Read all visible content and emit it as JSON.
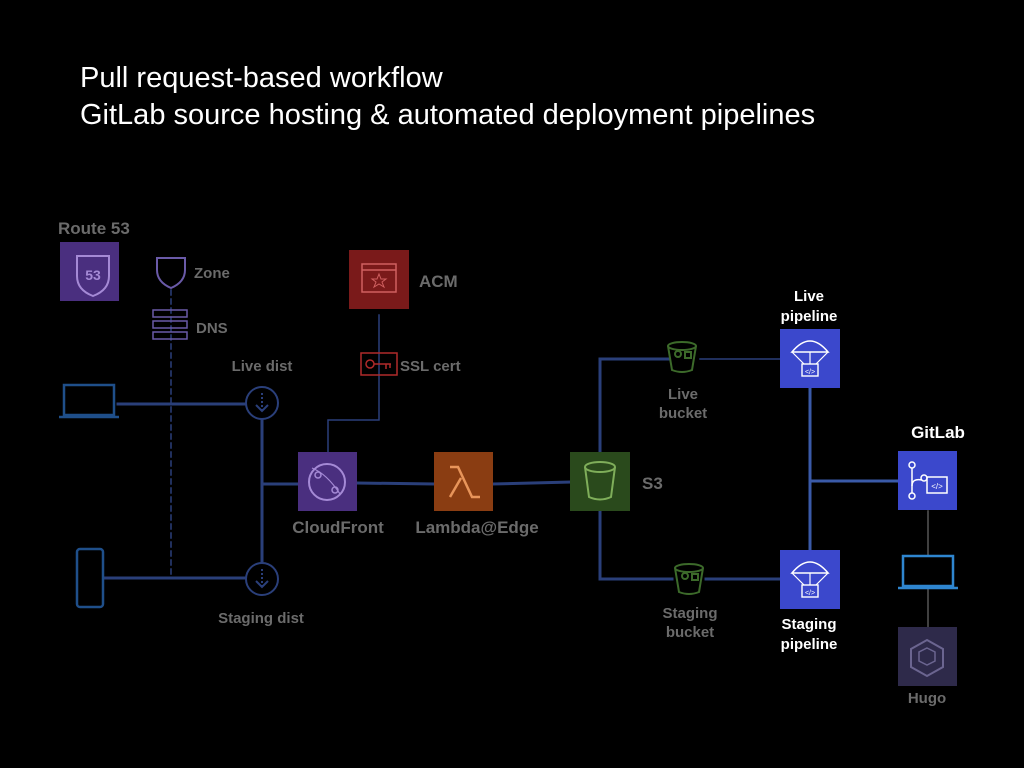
{
  "title": {
    "line1": "Pull request-based workflow",
    "line2": "GitLab source hosting & automated deployment pipelines"
  },
  "nodes": {
    "route53": "Route 53",
    "route53_badge": "53",
    "zone": "Zone",
    "dns": "DNS",
    "acm": "ACM",
    "ssl_cert": "SSL cert",
    "live_dist": "Live dist",
    "staging_dist": "Staging dist",
    "cloudfront": "CloudFront",
    "lambda_edge": "Lambda@Edge",
    "s3": "S3",
    "live_bucket": "Live\nbucket",
    "staging_bucket": "Staging\nbucket",
    "live_pipeline": "Live\npipeline",
    "staging_pipeline": "Staging\npipeline",
    "gitlab": "GitLab",
    "hugo": "Hugo"
  },
  "colors": {
    "route53": "#4a2f7f",
    "acm": "#7a1a1a",
    "cloudfront": "#4a2f7f",
    "lambda": "#8a3d12",
    "s3": "#2a4a1c",
    "pipeline": "#3b48cc",
    "gitlab": "#3b48cc",
    "hugo": "#2e2a4a",
    "connector": "#2a3f7a",
    "device": "#1f4f8a",
    "bright_device": "#2f86d0"
  },
  "icons": {
    "route53": "shield-53-icon",
    "zone": "shield-outline-icon",
    "dns": "dns-records-icon",
    "acm": "certificate-icon",
    "ssl_cert": "key-icon",
    "dist": "distribution-arrow-icon",
    "cloudfront": "cloudfront-globe-icon",
    "lambda": "lambda-icon",
    "s3": "bucket-icon",
    "bucket": "small-bucket-icon",
    "pipeline": "parachute-code-icon",
    "gitlab": "git-branch-code-icon",
    "laptop": "laptop-icon",
    "phone": "mobile-phone-icon",
    "hugo": "cube-icon"
  }
}
